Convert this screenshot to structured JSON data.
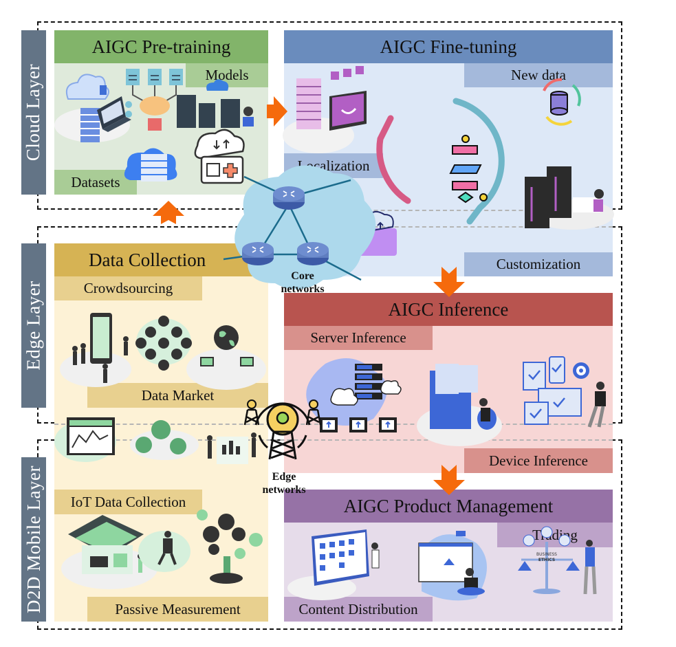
{
  "layers": {
    "cloud": "Cloud Layer",
    "edge": "Edge Layer",
    "d2d": "D2D Mobile Layer"
  },
  "panels": {
    "pretraining": {
      "title": "AIGC Pre-training",
      "subs": [
        "Models",
        "Datasets"
      ],
      "title_color": "#82b46a",
      "body_color": "#dfeadb",
      "sub_color": "#a9cc96"
    },
    "finetuning": {
      "title": "AIGC Fine-tuning",
      "subs": [
        "New data",
        "Localization",
        "Customization"
      ],
      "title_color": "#6a8cbd",
      "body_color": "#dde8f7",
      "sub_color": "#a4b9db"
    },
    "data_collection": {
      "title": "Data Collection",
      "subs": [
        "Crowdsourcing",
        "Data Market",
        "IoT Data Collection",
        "Passive Measurement"
      ],
      "title_color": "#d6b354",
      "body_color": "#fdf2d6",
      "sub_color": "#e8d08f"
    },
    "inference": {
      "title": "AIGC Inference",
      "subs": [
        "Server Inference",
        "Device Inference"
      ],
      "title_color": "#b8544f",
      "body_color": "#f7d6d5",
      "sub_color": "#d8918c"
    },
    "product_mgmt": {
      "title": "AIGC Product Management",
      "subs": [
        "Trading",
        "Content Distribution"
      ],
      "title_color": "#9672a6",
      "body_color": "#e6dcea",
      "sub_color": "#bda3c9"
    }
  },
  "networks": {
    "core": [
      "Core",
      "networks"
    ],
    "edge": [
      "Edge",
      "networks"
    ]
  },
  "colors": {
    "layer_label": "#637486",
    "arrow": "#f56a0c",
    "cloud": "#add9ec",
    "router": "#5f7ec0"
  },
  "icons": {
    "business_ethics": [
      "BUSINESS",
      "ETHICS"
    ]
  }
}
